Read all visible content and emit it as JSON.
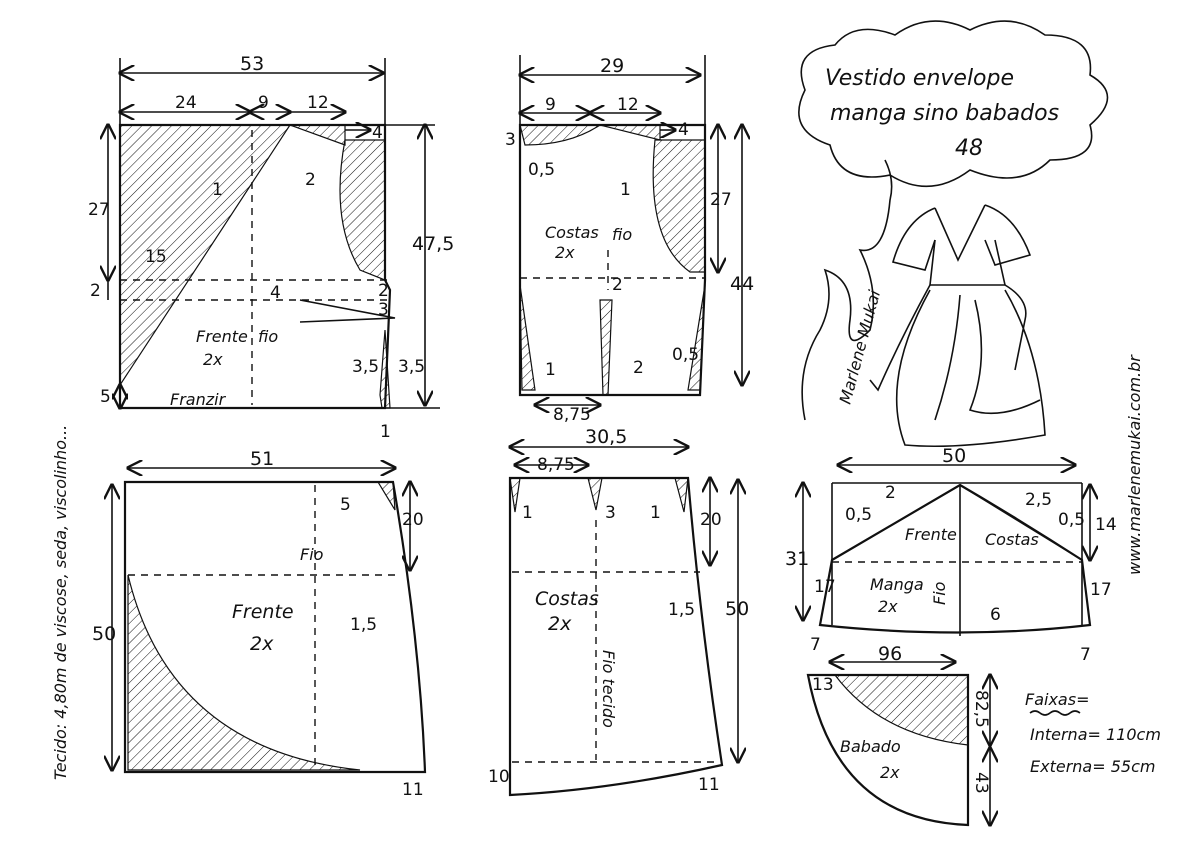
{
  "title": {
    "line1": "Vestido envelope",
    "line2": "manga sino babados",
    "size": "48"
  },
  "site": "www.marlenemukai.com.br",
  "signature": "Marlene Mukai",
  "fabric_note": "Tecido: 4,80m de viscose, seda, viscolinho...",
  "blouse_front": {
    "w_total": "53",
    "w_a": "24",
    "w_b": "9",
    "w_c": "12",
    "h_side": "27",
    "h_total": "47,5",
    "h_small": "2",
    "n1": "1",
    "n15": "15",
    "n2": "2",
    "n4a": "4",
    "n4b": "4",
    "n2b": "2",
    "n3": "3",
    "n35a": "3,5",
    "n35b": "3,5",
    "n5": "5",
    "n1b": "1",
    "name": "Frente",
    "count": "2x",
    "grain": "fio",
    "gather": "Franzir"
  },
  "blouse_back": {
    "w_total": "29",
    "w_a": "9",
    "w_b": "12",
    "n3": "3",
    "n4": "4",
    "n05a": "0,5",
    "n1": "1",
    "h_side": "27",
    "h_total": "44",
    "n2": "2",
    "n1b": "1",
    "n2b": "2",
    "n05b": "0,5",
    "dart": "8,75",
    "name": "Costas",
    "count": "2x",
    "grain": "fio"
  },
  "skirt_front": {
    "w_total": "51",
    "n5": "5",
    "n20": "20",
    "n15": "1,5",
    "h_total": "50",
    "n11": "11",
    "name": "Frente",
    "count": "2x",
    "grain": "Fio"
  },
  "skirt_back": {
    "w_total": "30,5",
    "dart": "8,75",
    "n1a": "1",
    "n3": "3",
    "n1b": "1",
    "n20": "20",
    "n15": "1,5",
    "h_total": "50",
    "n10": "10",
    "n11": "11",
    "name": "Costas",
    "count": "2x",
    "grain": "Fio tecido"
  },
  "sleeve": {
    "w_total": "50",
    "h_total": "31",
    "h_cap": "14",
    "n2": "2",
    "n25": "2,5",
    "n05a": "0,5",
    "n05b": "0,5",
    "n17a": "17",
    "n17b": "17",
    "n7a": "7",
    "n7b": "7",
    "n6": "6",
    "front": "Frente",
    "back": "Costas",
    "name": "Manga",
    "count": "2x",
    "grain": "Fio"
  },
  "ruffle": {
    "w_total": "96",
    "n13": "13",
    "h_a": "82,5",
    "h_b": "43",
    "name": "Babado",
    "count": "2x"
  },
  "bands": {
    "heading": "Faixas=",
    "inner": "Interna= 110cm",
    "outer": "Externa= 55cm"
  }
}
